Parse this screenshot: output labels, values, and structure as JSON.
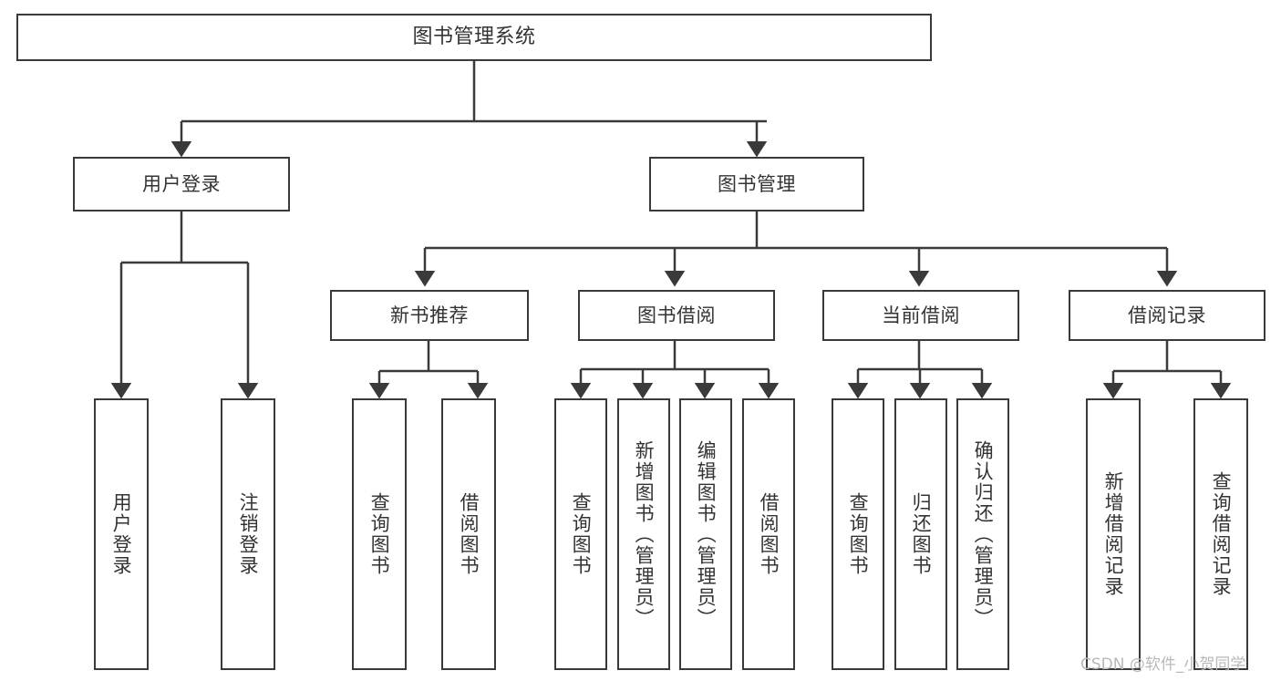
{
  "diagram": {
    "title": "图书管理系统",
    "type": "tree-hierarchy-diagram",
    "orientation": "top-down",
    "colors": {
      "background": "#ffffff",
      "node_border": "#3a3a3a",
      "node_fill": "#ffffff",
      "text": "#333333",
      "edge": "#3a3a3a",
      "watermark": "#b9b9b9"
    },
    "watermark": "CSDN @软件_小贺同学",
    "nodes": {
      "root": {
        "label": "图书管理系统",
        "level": 0
      },
      "level1": [
        {
          "id": "user-login",
          "label": "用户登录"
        },
        {
          "id": "book-management",
          "label": "图书管理"
        }
      ],
      "level2": [
        {
          "id": "new-book-recommend",
          "label": "新书推荐",
          "parent": "book-management"
        },
        {
          "id": "book-borrow",
          "label": "图书借阅",
          "parent": "book-management"
        },
        {
          "id": "current-borrow",
          "label": "当前借阅",
          "parent": "book-management"
        },
        {
          "id": "borrow-record",
          "label": "借阅记录",
          "parent": "book-management"
        }
      ],
      "leaves": {
        "user_login": [
          {
            "id": "leaf-user-login",
            "label": "用户登录"
          },
          {
            "id": "leaf-logout",
            "label": "注销登录"
          }
        ],
        "new_book_recommend": [
          {
            "id": "leaf-query-book-1",
            "label": "查询图书"
          },
          {
            "id": "leaf-borrow-book-1",
            "label": "借阅图书"
          }
        ],
        "book_borrow": [
          {
            "id": "leaf-query-book-2",
            "label": "查询图书"
          },
          {
            "id": "leaf-add-book",
            "label": "新增图书（管理员）"
          },
          {
            "id": "leaf-edit-book",
            "label": "编辑图书（管理员）"
          },
          {
            "id": "leaf-borrow-book-2",
            "label": "借阅图书"
          }
        ],
        "current_borrow": [
          {
            "id": "leaf-query-book-3",
            "label": "查询图书"
          },
          {
            "id": "leaf-return-book",
            "label": "归还图书"
          },
          {
            "id": "leaf-confirm-return",
            "label": "确认归还（管理员）"
          }
        ],
        "borrow_record": [
          {
            "id": "leaf-add-record",
            "label": "新增借阅记录"
          },
          {
            "id": "leaf-query-record",
            "label": "查询借阅记录"
          }
        ]
      }
    }
  }
}
